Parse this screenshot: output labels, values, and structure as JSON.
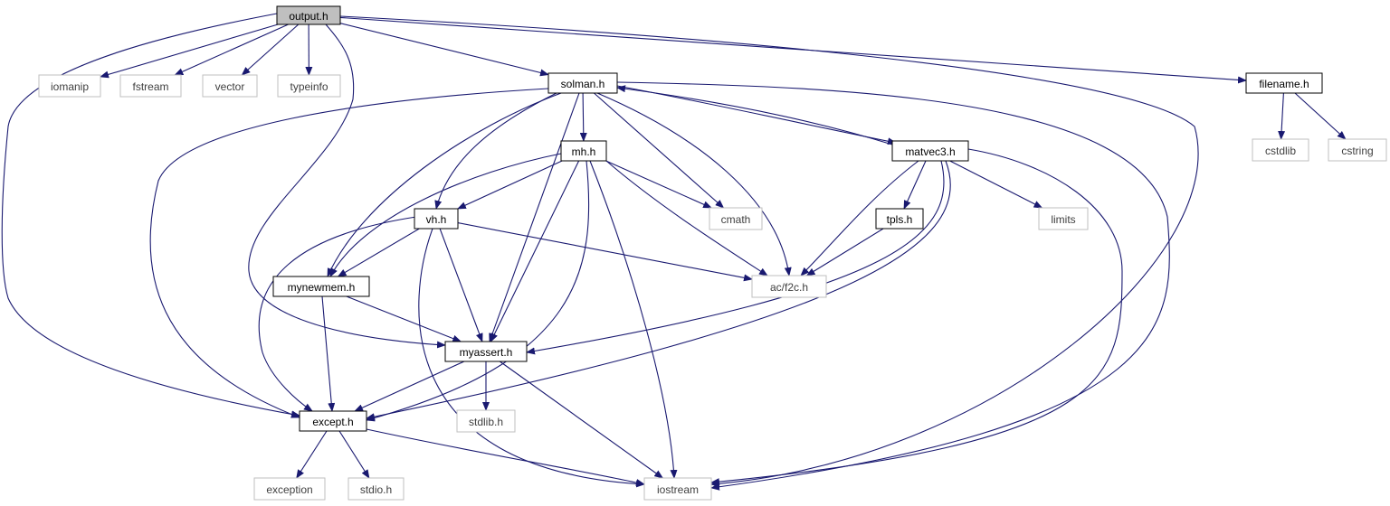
{
  "colors": {
    "edge": "#191970",
    "local_border": "#000000",
    "system_border": "#bfbfbf",
    "root_fill": "#bfbfbf",
    "text_local": "#000000",
    "text_system": "#404040",
    "background": "#ffffff"
  },
  "nodes": [
    {
      "id": "output",
      "label": "output.h",
      "kind": "root"
    },
    {
      "id": "iomanip",
      "label": "iomanip",
      "kind": "system"
    },
    {
      "id": "fstream",
      "label": "fstream",
      "kind": "system"
    },
    {
      "id": "vector",
      "label": "vector",
      "kind": "system"
    },
    {
      "id": "typeinfo",
      "label": "typeinfo",
      "kind": "system"
    },
    {
      "id": "solman",
      "label": "solman.h",
      "kind": "local"
    },
    {
      "id": "filename",
      "label": "filename.h",
      "kind": "local"
    },
    {
      "id": "cstdlib",
      "label": "cstdlib",
      "kind": "system"
    },
    {
      "id": "cstring",
      "label": "cstring",
      "kind": "system"
    },
    {
      "id": "mh",
      "label": "mh.h",
      "kind": "local"
    },
    {
      "id": "matvec3",
      "label": "matvec3.h",
      "kind": "local"
    },
    {
      "id": "cmath",
      "label": "cmath",
      "kind": "system"
    },
    {
      "id": "limits",
      "label": "limits",
      "kind": "system"
    },
    {
      "id": "vh",
      "label": "vh.h",
      "kind": "local"
    },
    {
      "id": "tpls",
      "label": "tpls.h",
      "kind": "local"
    },
    {
      "id": "acf2c",
      "label": "ac/f2c.h",
      "kind": "system"
    },
    {
      "id": "mynewmem",
      "label": "mynewmem.h",
      "kind": "local"
    },
    {
      "id": "myassert",
      "label": "myassert.h",
      "kind": "local"
    },
    {
      "id": "except",
      "label": "except.h",
      "kind": "local"
    },
    {
      "id": "stdlibh",
      "label": "stdlib.h",
      "kind": "system"
    },
    {
      "id": "exception",
      "label": "exception",
      "kind": "system"
    },
    {
      "id": "stdioh",
      "label": "stdio.h",
      "kind": "system"
    },
    {
      "id": "iostream",
      "label": "iostream",
      "kind": "system"
    }
  ],
  "edges": [
    {
      "from": "output",
      "to": "iomanip"
    },
    {
      "from": "output",
      "to": "fstream"
    },
    {
      "from": "output",
      "to": "vector"
    },
    {
      "from": "output",
      "to": "typeinfo"
    },
    {
      "from": "output",
      "to": "solman"
    },
    {
      "from": "output",
      "to": "filename"
    },
    {
      "from": "output",
      "to": "except"
    },
    {
      "from": "output",
      "to": "myassert"
    },
    {
      "from": "output",
      "to": "iostream"
    },
    {
      "from": "filename",
      "to": "cstdlib"
    },
    {
      "from": "filename",
      "to": "cstring"
    },
    {
      "from": "solman",
      "to": "mh"
    },
    {
      "from": "solman",
      "to": "matvec3"
    },
    {
      "from": "solman",
      "to": "cmath"
    },
    {
      "from": "solman",
      "to": "acf2c"
    },
    {
      "from": "solman",
      "to": "vh"
    },
    {
      "from": "solman",
      "to": "mynewmem"
    },
    {
      "from": "solman",
      "to": "myassert"
    },
    {
      "from": "solman",
      "to": "except"
    },
    {
      "from": "solman",
      "to": "iostream"
    },
    {
      "from": "matvec3",
      "to": "solman"
    },
    {
      "from": "matvec3",
      "to": "tpls"
    },
    {
      "from": "matvec3",
      "to": "limits"
    },
    {
      "from": "matvec3",
      "to": "acf2c"
    },
    {
      "from": "matvec3",
      "to": "myassert"
    },
    {
      "from": "matvec3",
      "to": "except"
    },
    {
      "from": "matvec3",
      "to": "iostream"
    },
    {
      "from": "mh",
      "to": "cmath"
    },
    {
      "from": "mh",
      "to": "vh"
    },
    {
      "from": "mh",
      "to": "mynewmem"
    },
    {
      "from": "mh",
      "to": "acf2c"
    },
    {
      "from": "mh",
      "to": "myassert"
    },
    {
      "from": "mh",
      "to": "except"
    },
    {
      "from": "mh",
      "to": "iostream"
    },
    {
      "from": "tpls",
      "to": "acf2c"
    },
    {
      "from": "vh",
      "to": "mynewmem"
    },
    {
      "from": "vh",
      "to": "acf2c"
    },
    {
      "from": "vh",
      "to": "myassert"
    },
    {
      "from": "vh",
      "to": "except"
    },
    {
      "from": "vh",
      "to": "iostream"
    },
    {
      "from": "mynewmem",
      "to": "myassert"
    },
    {
      "from": "mynewmem",
      "to": "except"
    },
    {
      "from": "myassert",
      "to": "except"
    },
    {
      "from": "myassert",
      "to": "stdlibh"
    },
    {
      "from": "myassert",
      "to": "iostream"
    },
    {
      "from": "except",
      "to": "exception"
    },
    {
      "from": "except",
      "to": "stdioh"
    },
    {
      "from": "except",
      "to": "iostream"
    }
  ]
}
